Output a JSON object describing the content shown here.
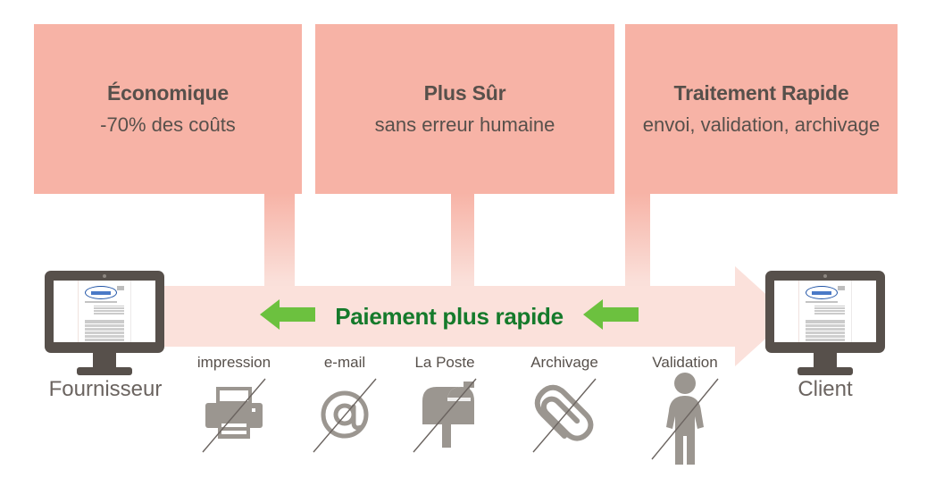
{
  "colors": {
    "box_fill": "#f7b3a6",
    "box_text": "#57504b",
    "band_fill": "#fbe1db",
    "arrow_green": "#6cc13f",
    "text_green": "#157a2b",
    "device_dark": "#57504b",
    "icon_gray": "#9b9690"
  },
  "benefits": [
    {
      "title": "Économique",
      "subtitle": "-70% des coûts"
    },
    {
      "title": "Plus Sûr",
      "subtitle": "sans erreur humaine"
    },
    {
      "title": "Traitement Rapide",
      "subtitle": "envoi, validation, archivage"
    }
  ],
  "flow": {
    "payment_text": "Paiement plus rapide",
    "left_arrow_icon": "arrow-left-icon",
    "right_arrow_icon": "arrow-left-icon",
    "band_direction_icon": "arrow-right-icon"
  },
  "endpoints": {
    "source": {
      "label": "Fournisseur",
      "screen": "invoice-document"
    },
    "target": {
      "label": "Client",
      "screen": "invoice-document"
    }
  },
  "steps": [
    {
      "label": "impression",
      "icon": "printer-icon",
      "struck": true
    },
    {
      "label": "e-mail",
      "icon": "at-sign-icon",
      "struck": true
    },
    {
      "label": "La Poste",
      "icon": "mailbox-icon",
      "struck": true
    },
    {
      "label": "Archivage",
      "icon": "paperclip-icon",
      "struck": true
    },
    {
      "label": "Validation",
      "icon": "person-icon",
      "struck": true
    }
  ]
}
